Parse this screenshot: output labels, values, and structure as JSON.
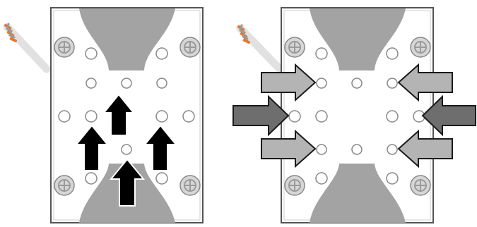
{
  "diagram": {
    "panels": [
      {
        "id": "left",
        "arrow_direction": "up",
        "arrow_count": 4,
        "arrow_color": "#000000"
      },
      {
        "id": "right",
        "arrow_direction": "inward",
        "arrow_count": 6,
        "arrow_colors": {
          "outer": "#6e6e6e",
          "inner": "#b4b4b4"
        }
      }
    ],
    "colors": {
      "plate": "#ffffff",
      "plate_edge": "#555555",
      "cutout": "#a3a3a3",
      "screw": "#d6d6d6",
      "hole_ring": "#bdbdbd",
      "wire_orange": "#e8772e",
      "wire_grey": "#9a9a9a"
    },
    "icons": [
      "mounting-plate",
      "screw-icon",
      "wire-icon",
      "arrow-icon"
    ]
  }
}
